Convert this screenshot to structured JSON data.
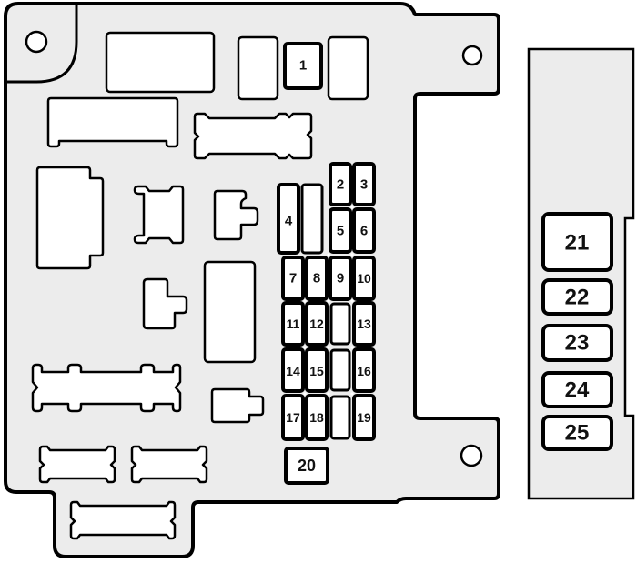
{
  "diagram": {
    "type": "fuse-box-layout",
    "colors": {
      "housing_fill": "#ececec",
      "outline": "#000000",
      "component_fill": "#ffffff"
    },
    "main_box": {
      "fuses": [
        {
          "id": "1",
          "label": "1"
        },
        {
          "id": "2",
          "label": "2"
        },
        {
          "id": "3",
          "label": "3"
        },
        {
          "id": "4",
          "label": "4"
        },
        {
          "id": "5",
          "label": "5"
        },
        {
          "id": "6",
          "label": "6"
        },
        {
          "id": "7",
          "label": "7"
        },
        {
          "id": "8",
          "label": "8"
        },
        {
          "id": "9",
          "label": "9"
        },
        {
          "id": "10",
          "label": "10"
        },
        {
          "id": "11",
          "label": "11"
        },
        {
          "id": "12",
          "label": "12"
        },
        {
          "id": "13",
          "label": "13"
        },
        {
          "id": "14",
          "label": "14"
        },
        {
          "id": "15",
          "label": "15"
        },
        {
          "id": "16",
          "label": "16"
        },
        {
          "id": "17",
          "label": "17"
        },
        {
          "id": "18",
          "label": "18"
        },
        {
          "id": "19",
          "label": "19"
        },
        {
          "id": "20",
          "label": "20"
        }
      ]
    },
    "side_box": {
      "fuses": [
        {
          "id": "21",
          "label": "21"
        },
        {
          "id": "22",
          "label": "22"
        },
        {
          "id": "23",
          "label": "23"
        },
        {
          "id": "24",
          "label": "24"
        },
        {
          "id": "25",
          "label": "25"
        }
      ]
    }
  }
}
